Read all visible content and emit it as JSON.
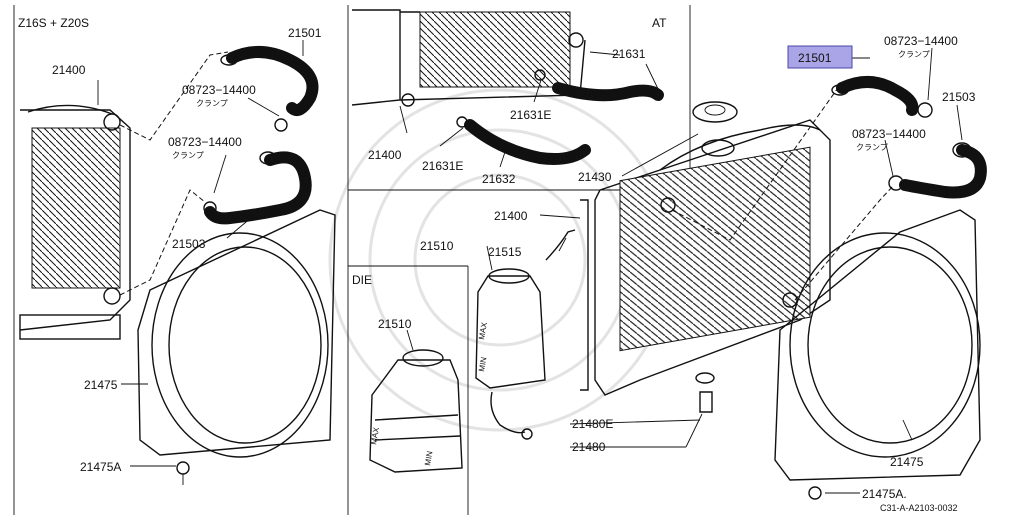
{
  "labels": {
    "model": "Z16S + Z20S",
    "at": "AT",
    "die": "DIE",
    "p21400": "21400",
    "p21501": "21501",
    "p21503": "21503",
    "p21475": "21475",
    "p21475A": "21475A",
    "p21475A_dot": "21475A.",
    "p21631": "21631",
    "p21631E": "21631E",
    "p21632": "21632",
    "p21430": "21430",
    "p21510": "21510",
    "p21515": "21515",
    "p21480": "21480",
    "p21480E": "21480E",
    "clamp_part": "08723−14400",
    "clamp_jp": "クランプ",
    "max": "MAX",
    "min": "MIN",
    "code": "C31-A-A2103-0032"
  },
  "highlight": {
    "part": "21501",
    "color": "#a9a5e6"
  }
}
